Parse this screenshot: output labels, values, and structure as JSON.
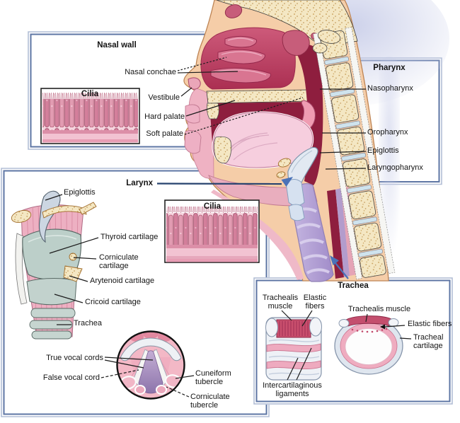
{
  "figure": {
    "type": "anatomical-diagram",
    "subject": "Upper respiratory system: nasal wall, pharynx, larynx and trachea"
  },
  "boxes": {
    "nasal_wall": {
      "title": "Nasal wall",
      "inset_title": "Cilia",
      "labels": [
        "Nasal conchae",
        "Vestibule",
        "Hard palate",
        "Soft palate"
      ]
    },
    "pharynx": {
      "title": "Pharynx",
      "labels": [
        "Nasopharynx",
        "Oropharynx",
        "Epiglottis",
        "Laryngopharynx"
      ]
    },
    "larynx": {
      "title": "Larynx",
      "inset_title": "Cilia",
      "labels": [
        "Epiglottis",
        "Thyroid cartilage",
        "Corniculate cartilage",
        "Arytenoid cartilage",
        "Cricoid cartilage",
        "Trachea",
        "True vocal cords",
        "False vocal cord",
        "Cuneiform tubercle",
        "Corniculate tubercle"
      ]
    },
    "trachea": {
      "title": "Trachea",
      "labels": [
        "Trachealis muscle",
        "Elastic fibers",
        "Intercartilaginous ligaments",
        "Trachealis muscle",
        "Elastic fibers",
        "Tracheal cartilage"
      ]
    }
  },
  "colors": {
    "box_border_dark": "#5e76a4",
    "box_border_light": "#b2bed5",
    "leader_navy": "#26426e",
    "arrow_blue": "#4a72b8",
    "skin": "#f5cda8",
    "bone_cream": "#f4e7c3",
    "nasal_cavity_red": "#c05070",
    "mouth_red": "#8e1e3e",
    "tongue_pink": "#f6cede",
    "cartilage_sage": "#bccfc9",
    "trachea_purple": "#b7a4d8",
    "muscle_pink": "#edb0c2",
    "trachealis_red": "#c94f6d"
  }
}
